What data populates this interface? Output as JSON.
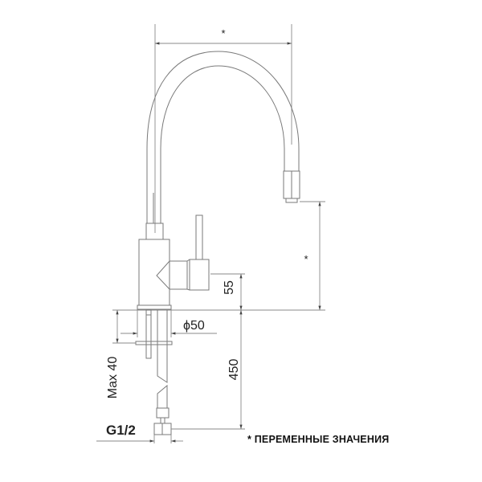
{
  "drawing": {
    "title": "Kitchen faucet dimension drawing",
    "dimensions": {
      "spout_reach": "*",
      "spout_height": "*",
      "lever_height": "55",
      "base_diameter": "ϕ50",
      "max_countertop_thickness": "Max 40",
      "hose_length": "450",
      "connection_thread": "G1/2"
    },
    "legend": {
      "note": "* ПЕРЕМЕННЫЕ ЗНАЧЕНИЯ"
    },
    "colors": {
      "line": "#7a7a7a",
      "text": "#222222",
      "background": "#ffffff"
    }
  }
}
